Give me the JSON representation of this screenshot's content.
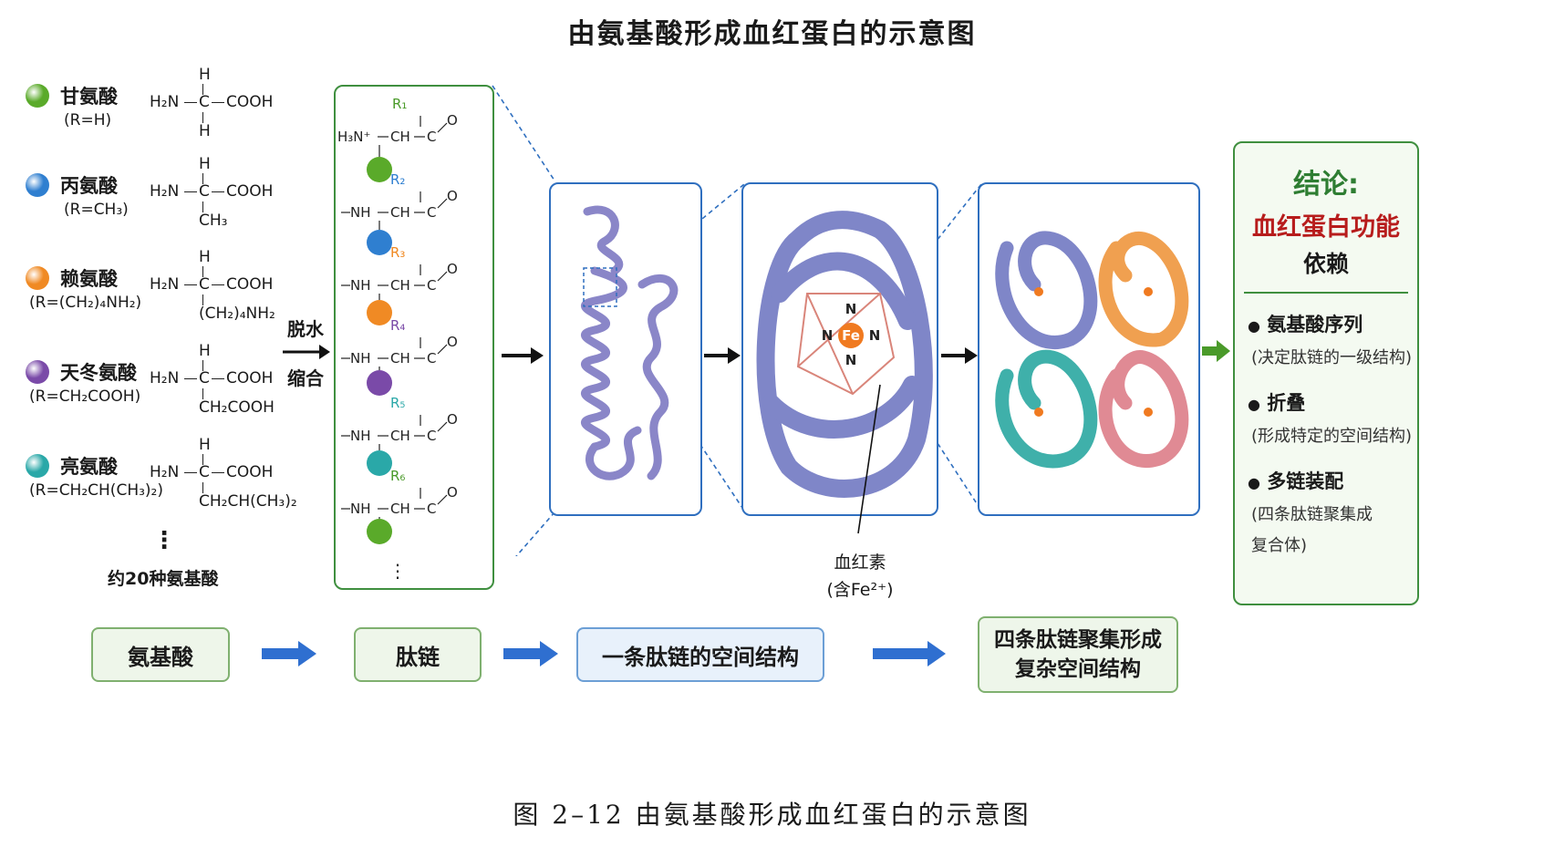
{
  "title": "由氨基酸形成血红蛋白的示意图",
  "caption": "图 2–12    由氨基酸形成血红蛋白的示意图",
  "amino_acids": [
    {
      "name": "甘氨酸",
      "r": "(R=H)",
      "color": "#5aaa2a",
      "formula_side": "H"
    },
    {
      "name": "丙氨酸",
      "r": "(R=CH₃)",
      "color": "#2f7fd0",
      "formula_side": "CH₃"
    },
    {
      "name": "赖氨酸",
      "r": "(R=(CH₂)₄NH₂)",
      "color": "#f08a24",
      "formula_side": "(CH₂)₄NH₂"
    },
    {
      "name": "天冬氨酸",
      "r": "(R=CH₂COOH)",
      "color": "#7a4aa8",
      "formula_side": "CH₂COOH"
    },
    {
      "name": "亮氨酸",
      "r": "(R=CH₂CH(CH₃)₂)",
      "color": "#2aa8a8",
      "formula_side": "CH₂CH(CH₃)₂"
    }
  ],
  "formula": {
    "h": "H",
    "c": "C",
    "left": "H₂N",
    "right": "COOH"
  },
  "ellipsis": "⋮",
  "about20": "约20种氨基酸",
  "reaction": {
    "line1": "脱水",
    "line2": "缩合"
  },
  "peptide": {
    "r_labels": [
      "R₁",
      "R₂",
      "R₃",
      "R₄",
      "R₅",
      "R₆"
    ],
    "r_colors": [
      "#4a9a2a",
      "#2f7fd0",
      "#f08a24",
      "#7a4aa8",
      "#2aa8a8",
      "#4a9a2a"
    ],
    "start": "H₃N⁺",
    "ch": "CH",
    "co": "C",
    "o": "O",
    "nh": "NH",
    "n": "N"
  },
  "heme": {
    "label": "血红素",
    "sub": "(含Fe²⁺)",
    "fe": "Fe",
    "n": "N"
  },
  "conclusion": {
    "title": "结论:",
    "red": "血红蛋白功能",
    "dep": "依赖",
    "items": [
      {
        "main": "氨基酸序列",
        "sub": [
          "(决定肽链的一级结构)"
        ]
      },
      {
        "main": "折叠",
        "sub": [
          "(形成特定的空间结构)"
        ]
      },
      {
        "main": "多链装配",
        "sub": [
          "(四条肽链聚集成",
          "复合体)"
        ]
      }
    ]
  },
  "bottom_flow": {
    "step1": "氨基酸",
    "step2": "肽链",
    "step3": "一条肽链的空间结构",
    "step4_line1": "四条肽链聚集形成",
    "step4_line2": "复杂空间结构"
  },
  "colors": {
    "blue_border": "#2f6fbf",
    "green_border": "#3f8f3f",
    "protein_blue": "#7f86c8",
    "orange": "#f0a050",
    "teal": "#3fb0aa",
    "pink": "#e08a94"
  }
}
